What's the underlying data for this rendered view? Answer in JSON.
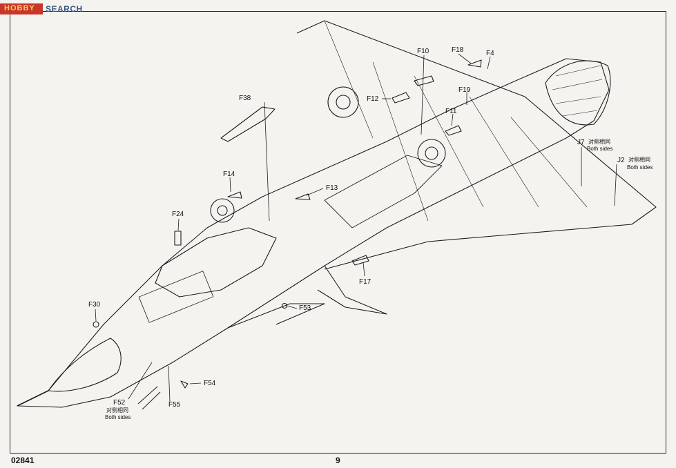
{
  "watermark": {
    "logo_text": "HOBBY",
    "text": "SEARCH"
  },
  "labels": {
    "F10": "F10",
    "F18": "F18",
    "F4": "F4",
    "F12": "F12",
    "F19": "F19",
    "F11": "F11",
    "F38": "F38",
    "F14": "F14",
    "F13": "F13",
    "F24": "F24",
    "F17": "F17",
    "F30": "F30",
    "F53": "F53",
    "F54": "F54",
    "F52": "F52",
    "F55": "F55",
    "J7": "J7",
    "J2": "J2"
  },
  "notes": {
    "J7_cn": "对侧相同",
    "J7_en": "Both sides",
    "J2_cn": "对侧相同",
    "J2_en": "Both sides",
    "F52_cn": "对侧相同",
    "F52_en": "Both sides"
  },
  "footer": {
    "left": "02841",
    "page": "9"
  }
}
